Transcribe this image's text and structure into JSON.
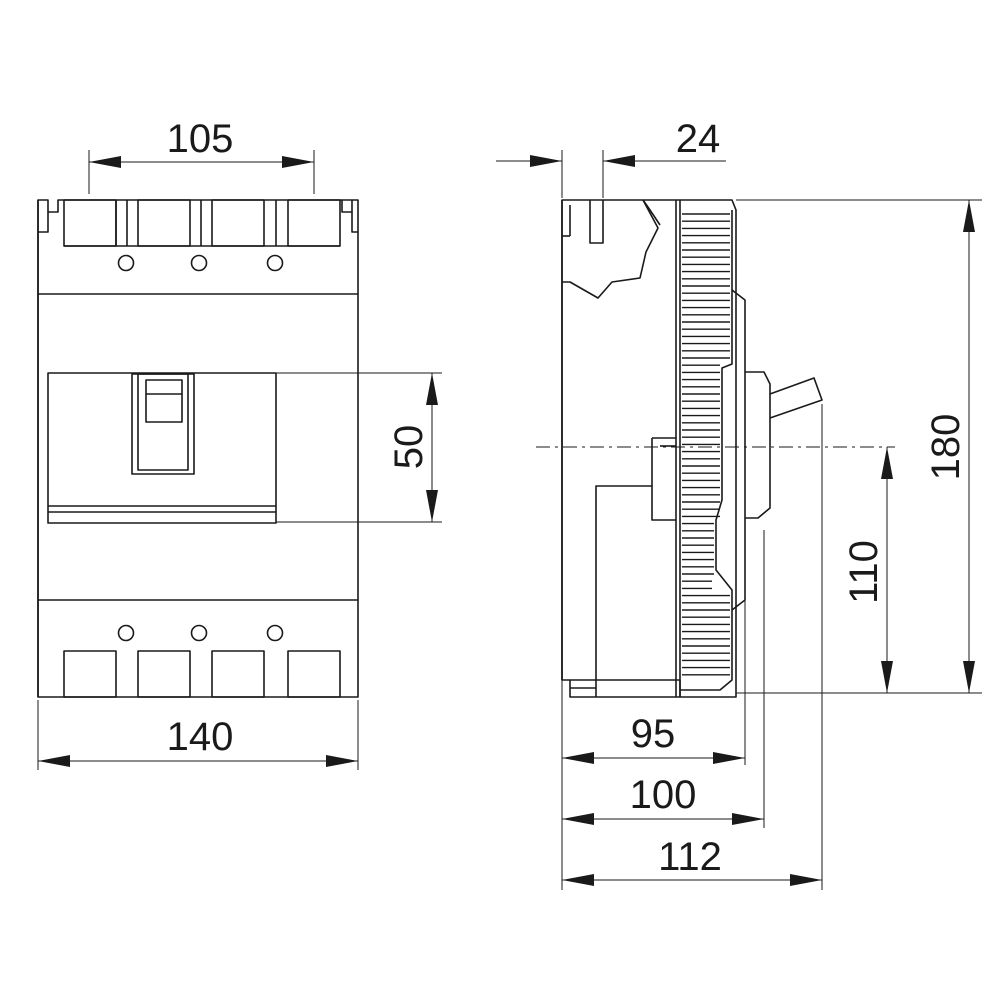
{
  "front_view": {
    "dim_top": "105",
    "dim_bottom": "140",
    "dim_handle": "50"
  },
  "side_view": {
    "dim_top": "24",
    "dim_height": "180",
    "dim_center": "110",
    "dim_depth_1": "95",
    "dim_depth_2": "100",
    "dim_depth_3": "112"
  }
}
